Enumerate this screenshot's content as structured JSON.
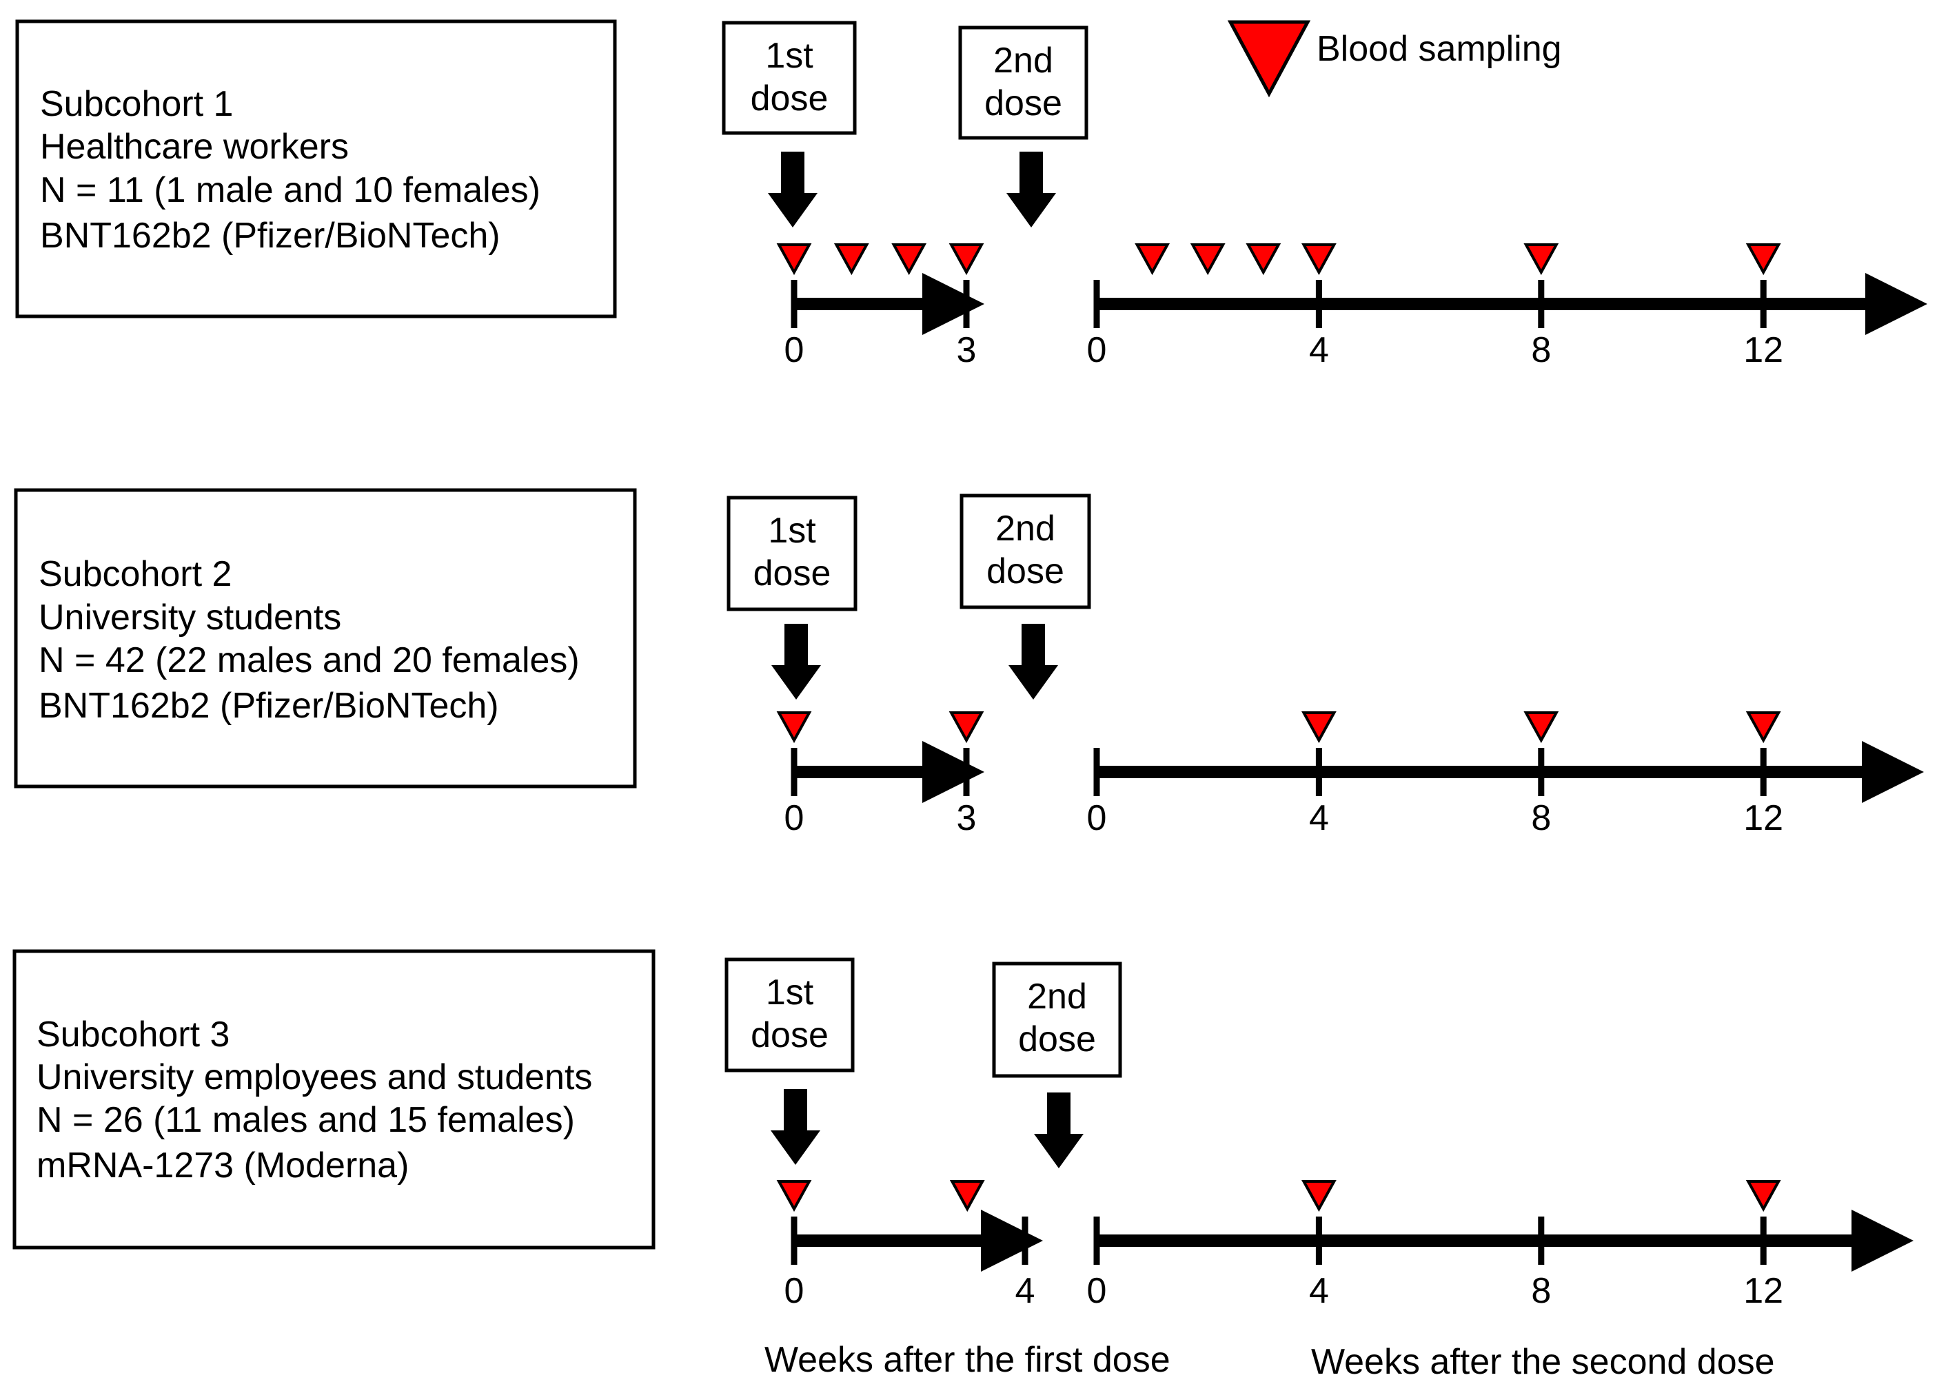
{
  "legend": {
    "label": "Blood sampling",
    "marker_color": "#ff0000"
  },
  "axis_titles": {
    "first": "Weeks after the first dose",
    "second": "Weeks after the second dose"
  },
  "cohorts": [
    {
      "lines": [
        "Subcohort 1",
        "Healthcare workers",
        "N = 11 (1 male and 10 females)",
        "BNT162b2 (Pfizer/BioNTech)"
      ],
      "dose1_lines": [
        "1st",
        "dose"
      ],
      "dose2_lines": [
        "2nd",
        "dose"
      ],
      "first_interval_weeks": 3,
      "first_ticks": [
        "0",
        "3"
      ],
      "second_ticks": [
        "0",
        "4",
        "8",
        "12"
      ],
      "samples_after_first_weeks": [
        0,
        1,
        2,
        3
      ],
      "samples_after_second_weeks": [
        1,
        2,
        3,
        4,
        8,
        12
      ]
    },
    {
      "lines": [
        "Subcohort 2",
        "University students",
        "N = 42 (22 males and 20 females)",
        "BNT162b2 (Pfizer/BioNTech)"
      ],
      "dose1_lines": [
        "1st",
        "dose"
      ],
      "dose2_lines": [
        "2nd",
        "dose"
      ],
      "first_interval_weeks": 3,
      "first_ticks": [
        "0",
        "3"
      ],
      "second_ticks": [
        "0",
        "4",
        "8",
        "12"
      ],
      "samples_after_first_weeks": [
        0,
        3
      ],
      "samples_after_second_weeks": [
        4,
        8,
        12
      ]
    },
    {
      "lines": [
        "Subcohort 3",
        "University employees and students",
        "N = 26 (11 males and 15 females)",
        "mRNA-1273 (Moderna)"
      ],
      "dose1_lines": [
        "1st",
        "dose"
      ],
      "dose2_lines": [
        "2nd",
        "dose"
      ],
      "first_interval_weeks": 4,
      "first_ticks": [
        "0",
        "4"
      ],
      "second_ticks": [
        "0",
        "4",
        "8",
        "12"
      ],
      "samples_after_first_weeks": [
        0,
        3
      ],
      "samples_after_second_weeks": [
        4,
        12
      ]
    }
  ]
}
